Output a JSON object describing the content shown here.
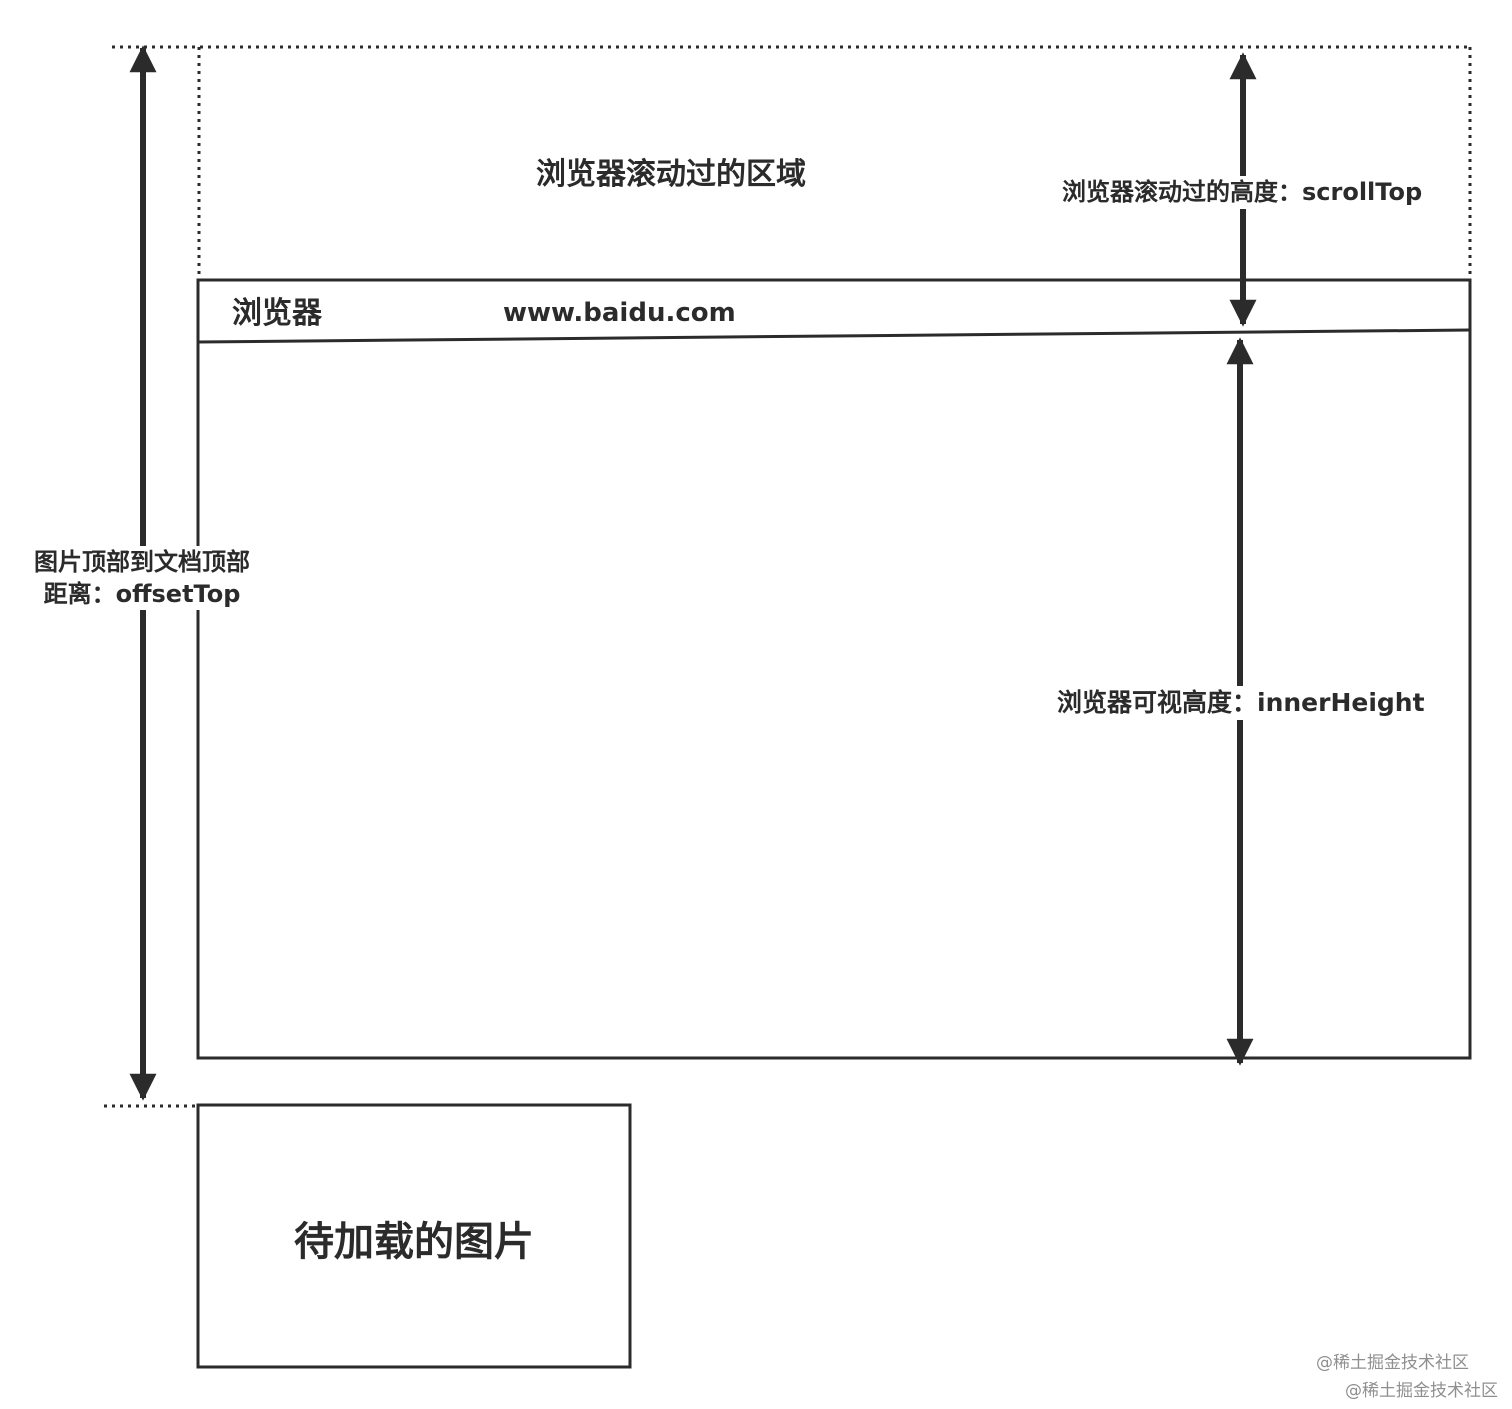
{
  "diagram": {
    "scrolled_area_label": "浏览器滚动过的区域",
    "scrolltop_label": "浏览器滚动过的高度：scrollTop",
    "browser_label": "浏览器",
    "url": "www.baidu.com",
    "offsettop_label_line1": "图片顶部到文档顶部",
    "offsettop_label_line2": "距离：offsetTop",
    "innerheight_label": "浏览器可视高度：innerHeight",
    "image_box_label": "待加载的图片"
  },
  "watermarks": [
    "@稀土掘金技术社区",
    "@稀土掘金技术社区"
  ],
  "colors": {
    "line": "#2b2b2b",
    "text": "#2b2b2b",
    "watermark": "#8f8f8f",
    "background": "#ffffff"
  }
}
